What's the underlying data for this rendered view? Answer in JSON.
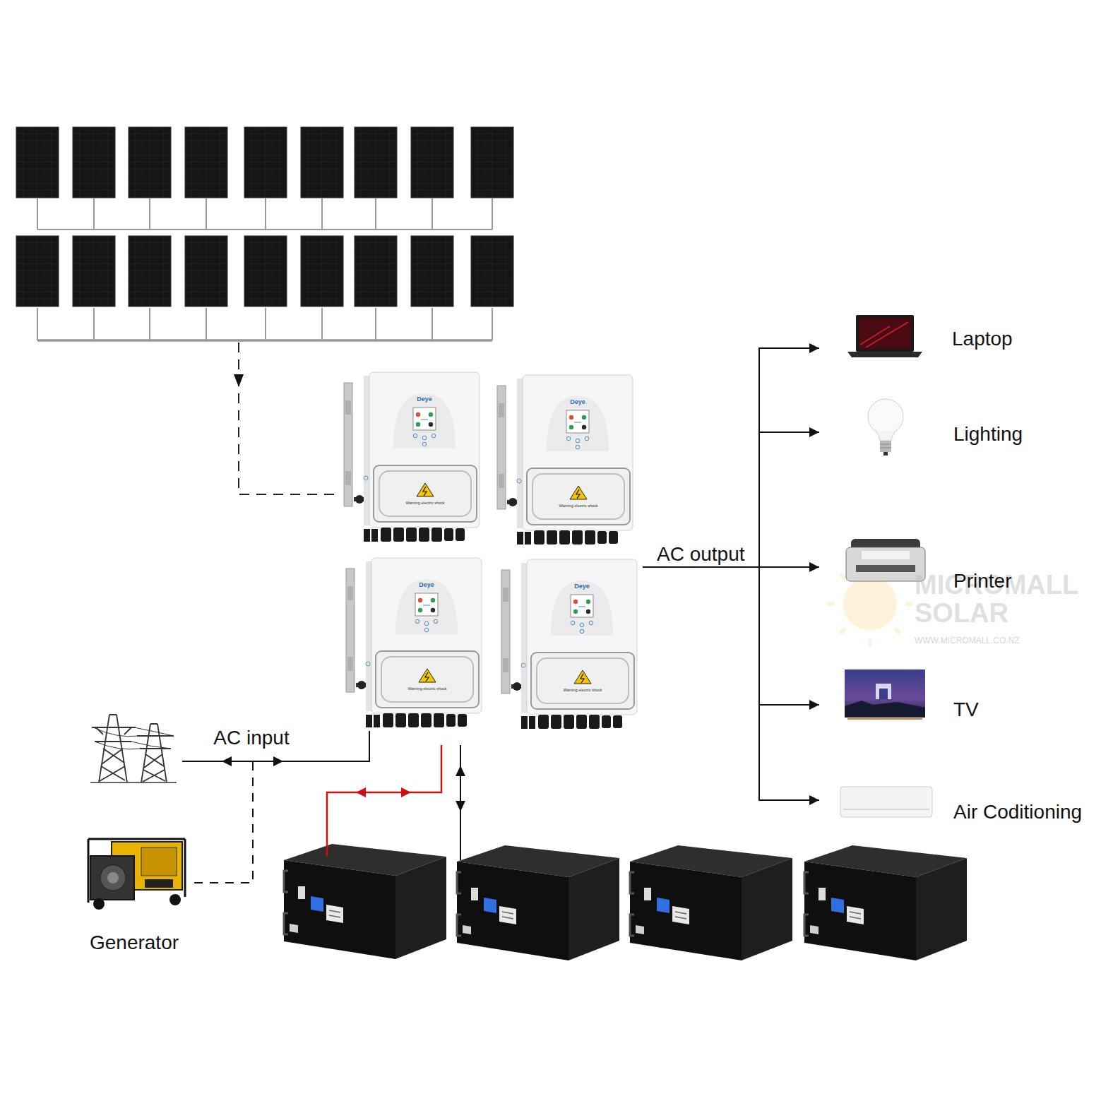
{
  "diagram": {
    "nodes": [
      {
        "text": [
          "Deye",
          "Warning electric shock"
        ]
      },
      {
        "text": [
          "Deye",
          "Warning electric shock"
        ]
      },
      {
        "text": [
          "Deye",
          "Warning electric shock"
        ]
      },
      {
        "text": [
          "Deye",
          "Warning electric shock"
        ]
      },
      {
        "text": [
          "Generator"
        ]
      },
      {
        "text": [
          "Laptop"
        ]
      },
      {
        "text": [
          "Lighting"
        ]
      },
      {
        "text": [
          "Printer"
        ]
      },
      {
        "text": [
          "TV"
        ]
      },
      {
        "text": [
          "Air Coditioning"
        ]
      }
    ],
    "edges": [
      {
        "from": 3,
        "to": 5,
        "arrow": "to"
      },
      {
        "from": 3,
        "to": 6,
        "arrow": "to"
      },
      {
        "from": 3,
        "to": 7,
        "arrow": "to",
        "label": "AC output"
      },
      {
        "from": 3,
        "to": 8,
        "arrow": "to"
      },
      {
        "from": 3,
        "to": 9,
        "arrow": "to"
      },
      {
        "from": 4,
        "to": 2,
        "arrow": "none"
      }
    ],
    "labels": [
      "AC input",
      "MICROMALL SOLAR",
      "WWW.MICROMALL.CO.NZ"
    ]
  }
}
